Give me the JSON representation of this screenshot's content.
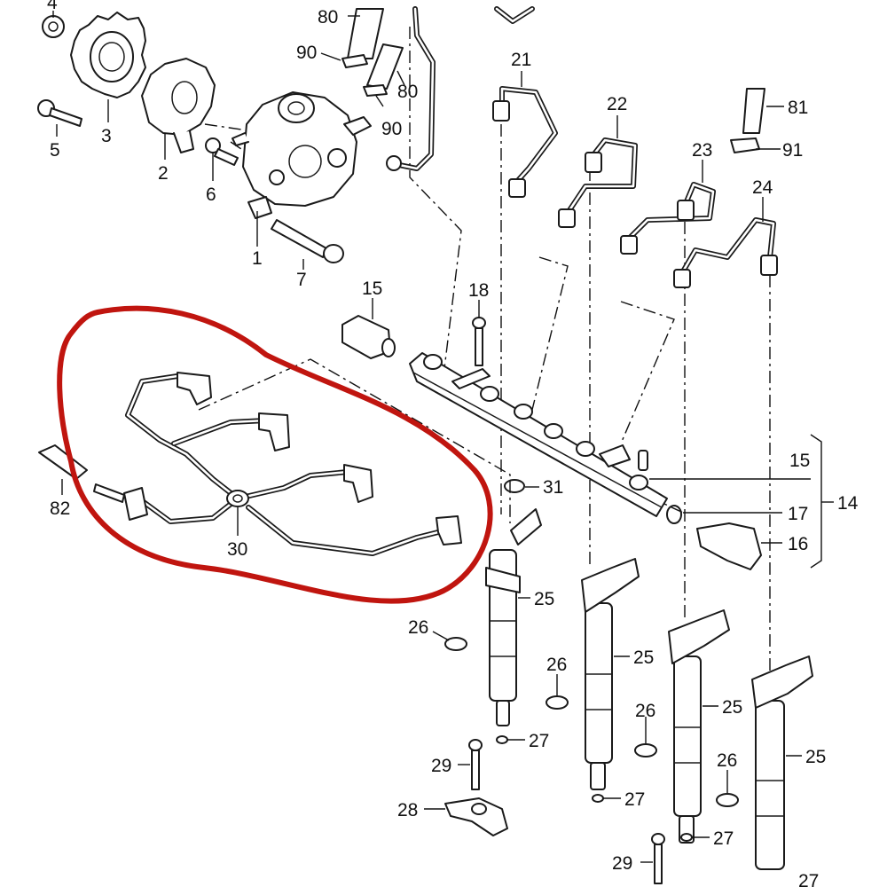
{
  "diagram": {
    "highlight_color": "#c0150f",
    "line_color": "#1a1a1a",
    "labels": {
      "l4": "4",
      "l80a": "80",
      "l90a": "90",
      "l80b": "80",
      "l90b": "90",
      "l5": "5",
      "l3": "3",
      "l2": "2",
      "l6": "6",
      "l1": "1",
      "l7": "7",
      "l21": "21",
      "l22": "22",
      "l23": "23",
      "l24": "24",
      "l81": "81",
      "l91": "91",
      "l15a": "15",
      "l18": "18",
      "l15b": "15",
      "l17": "17",
      "l16": "16",
      "l14": "14",
      "l31": "31",
      "l82": "82",
      "l30": "30",
      "l25a": "25",
      "l25b": "25",
      "l25c": "25",
      "l25d": "25",
      "l26a": "26",
      "l26b": "26",
      "l26c": "26",
      "l26d": "26",
      "l27a": "27",
      "l27b": "27",
      "l27c": "27",
      "l27d": "27",
      "l29a": "29",
      "l29b": "29",
      "l28": "28"
    }
  }
}
